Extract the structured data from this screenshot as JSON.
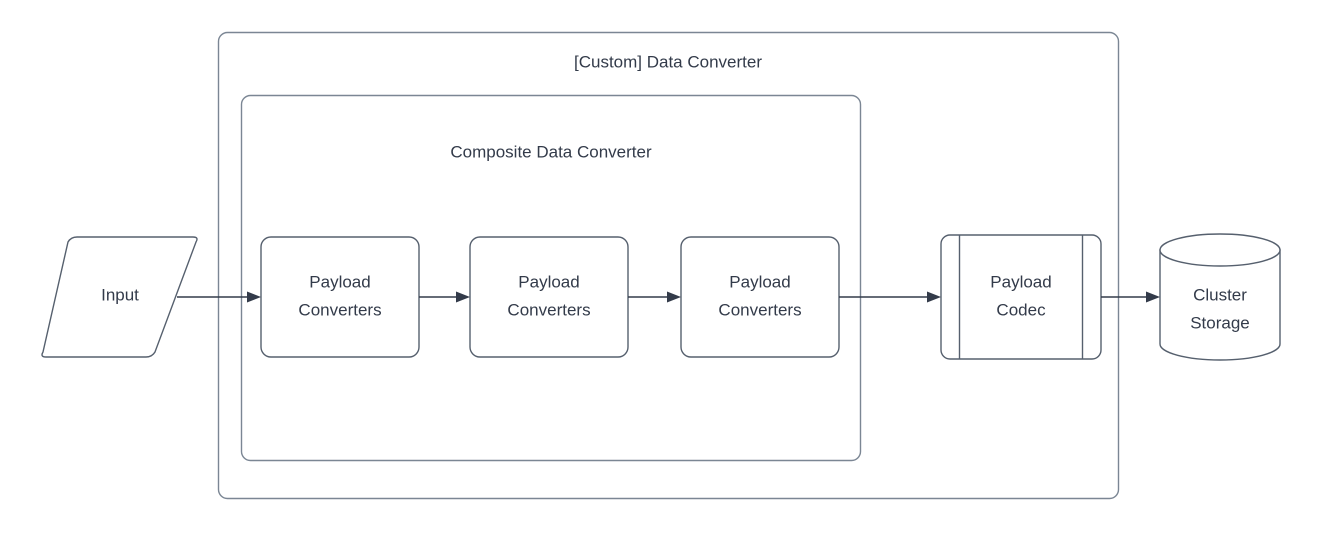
{
  "diagram": {
    "title": "[Custom] Data Converter",
    "type": "flowchart",
    "background_color": "#ffffff",
    "stroke_color": "#56606e",
    "container_stroke_color": "#7b8694",
    "text_color": "#333b4a",
    "containers": [
      {
        "id": "custom-data-converter",
        "label": "[Custom] Data Converter",
        "shape": "rounded-rectangle"
      },
      {
        "id": "composite-data-converter",
        "label": "Composite Data Converter",
        "shape": "rounded-rectangle"
      }
    ],
    "nodes": [
      {
        "id": "input",
        "label": "Input",
        "shape": "parallelogram"
      },
      {
        "id": "payload-converters-1",
        "label_line1": "Payload",
        "label_line2": "Converters",
        "shape": "rounded-rectangle"
      },
      {
        "id": "payload-converters-2",
        "label_line1": "Payload",
        "label_line2": "Converters",
        "shape": "rounded-rectangle"
      },
      {
        "id": "payload-converters-3",
        "label_line1": "Payload",
        "label_line2": "Converters",
        "shape": "rounded-rectangle"
      },
      {
        "id": "payload-codec",
        "label_line1": "Payload",
        "label_line2": "Codec",
        "shape": "process"
      },
      {
        "id": "cluster-storage",
        "label_line1": "Cluster",
        "label_line2": "Storage",
        "shape": "cylinder"
      }
    ],
    "edges": [
      {
        "id": "input-to-pc1",
        "from": "input",
        "to": "payload-converters-1",
        "arrow": "solid"
      },
      {
        "id": "pc1-to-pc2",
        "from": "payload-converters-1",
        "to": "payload-converters-2",
        "arrow": "solid"
      },
      {
        "id": "pc2-to-pc3",
        "from": "payload-converters-2",
        "to": "payload-converters-3",
        "arrow": "solid"
      },
      {
        "id": "pc3-to-codec",
        "from": "payload-converters-3",
        "to": "payload-codec",
        "arrow": "solid"
      },
      {
        "id": "codec-to-storage",
        "from": "payload-codec",
        "to": "cluster-storage",
        "arrow": "solid"
      }
    ]
  }
}
